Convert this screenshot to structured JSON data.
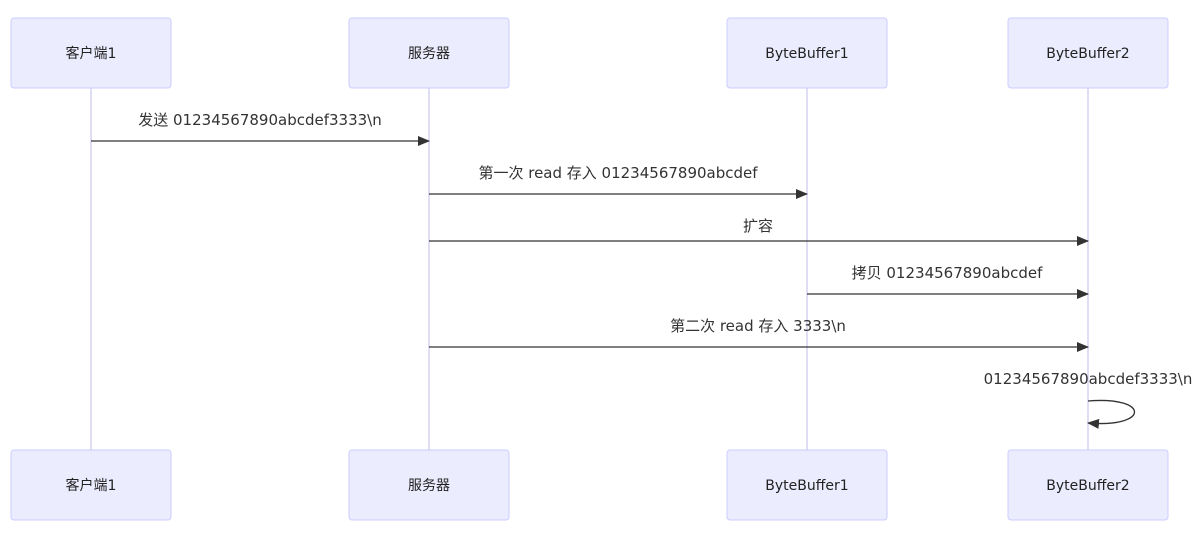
{
  "participants": [
    {
      "id": "client",
      "label": "客户端1"
    },
    {
      "id": "server",
      "label": "服务器"
    },
    {
      "id": "bb1",
      "label": "ByteBuffer1"
    },
    {
      "id": "bb2",
      "label": "ByteBuffer2"
    }
  ],
  "messages": [
    {
      "from": "client",
      "to": "server",
      "text": "发送 01234567890abcdef3333\\n"
    },
    {
      "from": "server",
      "to": "bb1",
      "text": "第一次 read 存入 01234567890abcdef"
    },
    {
      "from": "server",
      "to": "bb2",
      "text": "扩容"
    },
    {
      "from": "bb1",
      "to": "bb2",
      "text": "拷贝 01234567890abcdef"
    },
    {
      "from": "server",
      "to": "bb2",
      "text": "第二次 read 存入 3333\\n"
    },
    {
      "from": "bb2",
      "to": "bb2",
      "text": "01234567890abcdef3333\\n"
    }
  ],
  "colors": {
    "actor_fill": "#ECECFF",
    "actor_border": "#CCCCFF",
    "lifeline": "#D6D3F0",
    "arrow": "#333333"
  }
}
